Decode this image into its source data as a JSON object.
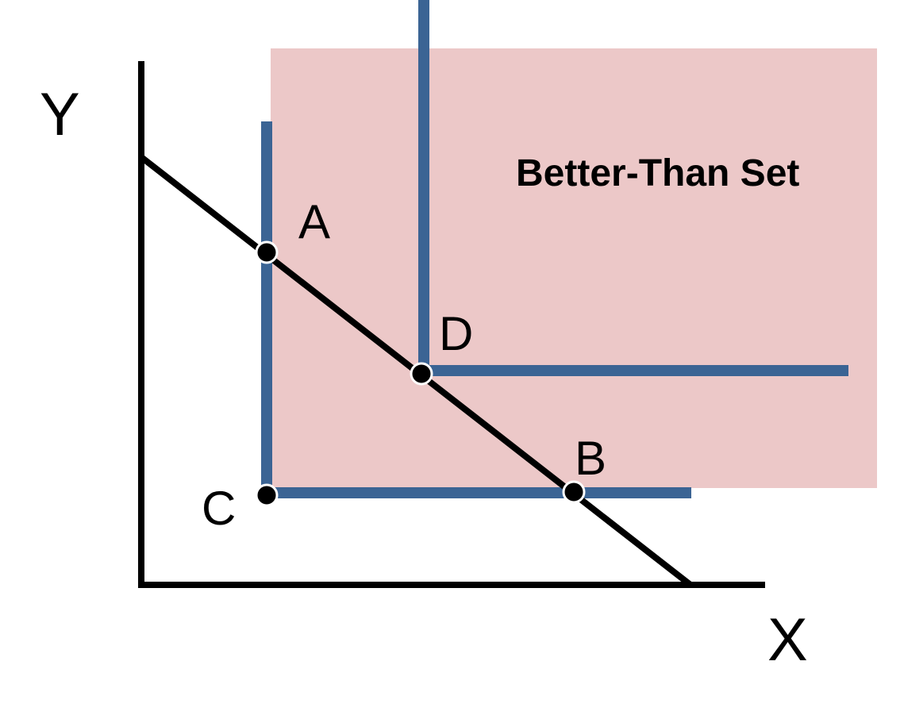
{
  "axes": {
    "x_label": "X",
    "y_label": "Y"
  },
  "region": {
    "label": "Better-Than Set"
  },
  "points": {
    "a": "A",
    "b": "B",
    "c": "C",
    "d": "D"
  },
  "colors": {
    "region_fill": "#ecc8c8",
    "indifference_curve": "#3b6494",
    "budget_line": "#000000",
    "axis": "#000000",
    "point_fill": "#000000",
    "point_stroke": "#ffffff"
  }
}
